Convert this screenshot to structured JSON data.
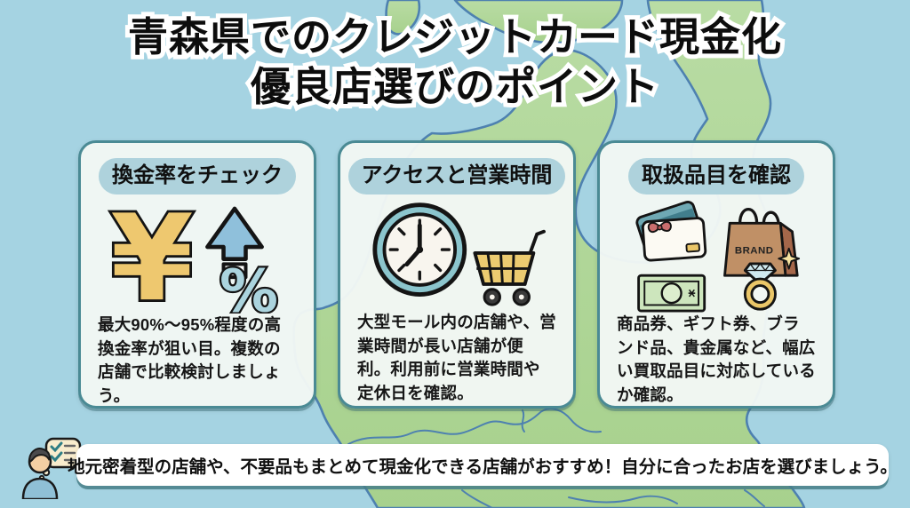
{
  "header": {
    "title_line1": "青森県でのクレジットカード現金化",
    "title_line2": "優良店選びのポイント"
  },
  "cards": [
    {
      "heading": "換金率をチェック",
      "icons": [
        "yen-icon",
        "up-arrow-icon",
        "percent-icon"
      ],
      "yen_symbol": "¥",
      "percent_symbol": "%",
      "body": "最大90%〜95%程度の高換金率が狙い目。複数の店舗で比較検討しましょう。"
    },
    {
      "heading": "アクセスと営業時間",
      "icons": [
        "clock-icon",
        "shopping-cart-icon"
      ],
      "body": "大型モール内の店舗や、営業時間が長い店舗が便利。利用前に営業時間や定休日を確認。"
    },
    {
      "heading": "取扱品目を確認",
      "icons": [
        "gift-card-icon",
        "brand-bag-icon",
        "banknote-icon",
        "ring-icon"
      ],
      "brand_label": "BRAND",
      "body": "商品券、ギフト券、ブランド品、貴金属など、幅広い買取品目に対応しているか確認。"
    }
  ],
  "footer": {
    "icon": "person-checklist-icon",
    "text": "地元密着型の店舗や、不要品もまとめて現金化できる店舗がおすすめ！自分に合ったお店を選びましょう。"
  },
  "colors": {
    "sea": "#a5d3e2",
    "land": "#b2d89c",
    "coastline": "#4e81b0",
    "card_background": "#f2f7f4",
    "card_border": "#4a8a94",
    "heading_pill": "#aed2dc",
    "text": "#111111",
    "yen_gold": "#eec86f",
    "arrow_blue": "#8fc0db",
    "accent_teal": "#8bc5cd",
    "banner_background": "#ffffff"
  }
}
